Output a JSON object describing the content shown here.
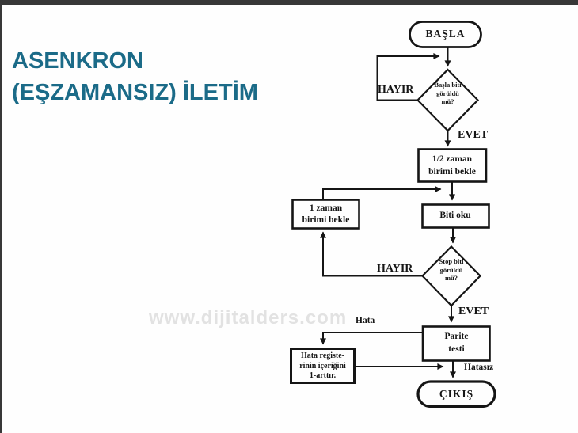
{
  "slide": {
    "title": {
      "line1": "ASENKRON",
      "line2": "(EŞZAMANSIZ) İLETİM",
      "color": "#1b6b88"
    },
    "watermark": "www.dijitalders.com",
    "frame_color": "#383838",
    "background": "#fefefe"
  },
  "flowchart": {
    "ink_color": "#151515",
    "nodes": {
      "start": {
        "type": "terminator",
        "label": "BAŞLA"
      },
      "decision_start_bit": {
        "type": "decision",
        "label": "Başla biti\ngörüldü\nmü?"
      },
      "wait_half_unit": {
        "type": "process",
        "label": "1/2 zaman\nbirimi bekle"
      },
      "read_bit": {
        "type": "process",
        "label": "Biti oku"
      },
      "wait_one_unit": {
        "type": "process",
        "label": "1 zaman\nbirimi bekle"
      },
      "decision_stop_bit": {
        "type": "decision",
        "label": "Stop biti\ngörüldü\nmü?"
      },
      "parity_test": {
        "type": "process",
        "label": "Parite\ntesti"
      },
      "increment_error_register": {
        "type": "process",
        "label": "Hata registe-\nrinin içeriğini\n1-arttır."
      },
      "exit": {
        "type": "terminator",
        "label": "ÇIKIŞ"
      }
    },
    "edge_labels": {
      "no_start_bit": "HAYIR",
      "yes_start_bit": "EVET",
      "no_stop_bit": "HAYIR",
      "yes_stop_bit": "EVET",
      "error": "Hata",
      "no_error": "Hatasız"
    }
  }
}
